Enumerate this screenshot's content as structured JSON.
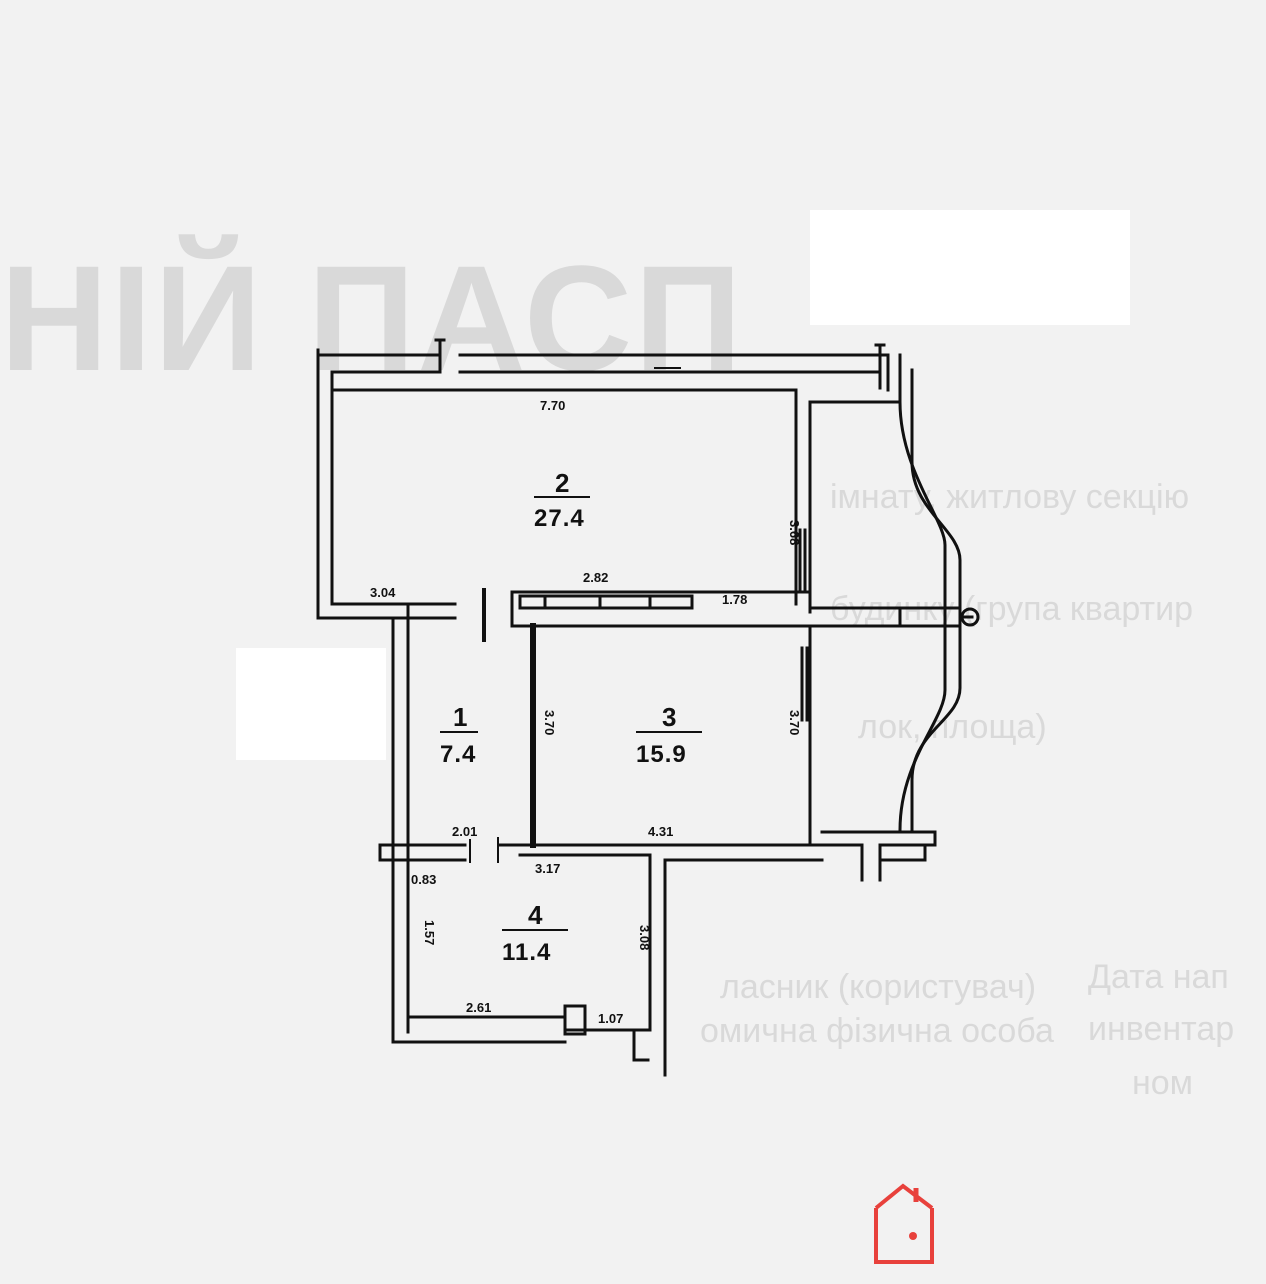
{
  "background_text": {
    "big_title": "НІЙ ПАСП",
    "line1": "імнату, житлову секцію",
    "line2": "будинку (група квартир",
    "line3": "лок, площа)",
    "line4": "ласник (користувач)",
    "line5": "омична фізична особа",
    "side_label1": "Дата нап",
    "side_label2": "инвентар",
    "side_label3": "ном"
  },
  "rooms": [
    {
      "number": "1",
      "area": "7.4"
    },
    {
      "number": "2",
      "area": "27.4"
    },
    {
      "number": "3",
      "area": "15.9"
    },
    {
      "number": "4",
      "area": "11.4"
    }
  ],
  "dimensions": {
    "top_width": "7.70",
    "room2_height": "3.68",
    "mid_left": "3.04",
    "mid_center": "2.82",
    "mid_right": "1.78",
    "room1_height": "3.70",
    "room3_height": "3.70",
    "corridor_width": "2.01",
    "room3_width": "4.31",
    "room3_bottom": "3.17",
    "nook_width": "0.83",
    "room4_left_height": "1.57",
    "room4_right_height": "3.08",
    "room4_bottom_left": "2.61",
    "room4_bottom_right": "1.07"
  },
  "colors": {
    "wall": "#111111",
    "background": "#f2f2f2",
    "logo": "#e8413c"
  },
  "logo_icon": "house-logo-icon"
}
